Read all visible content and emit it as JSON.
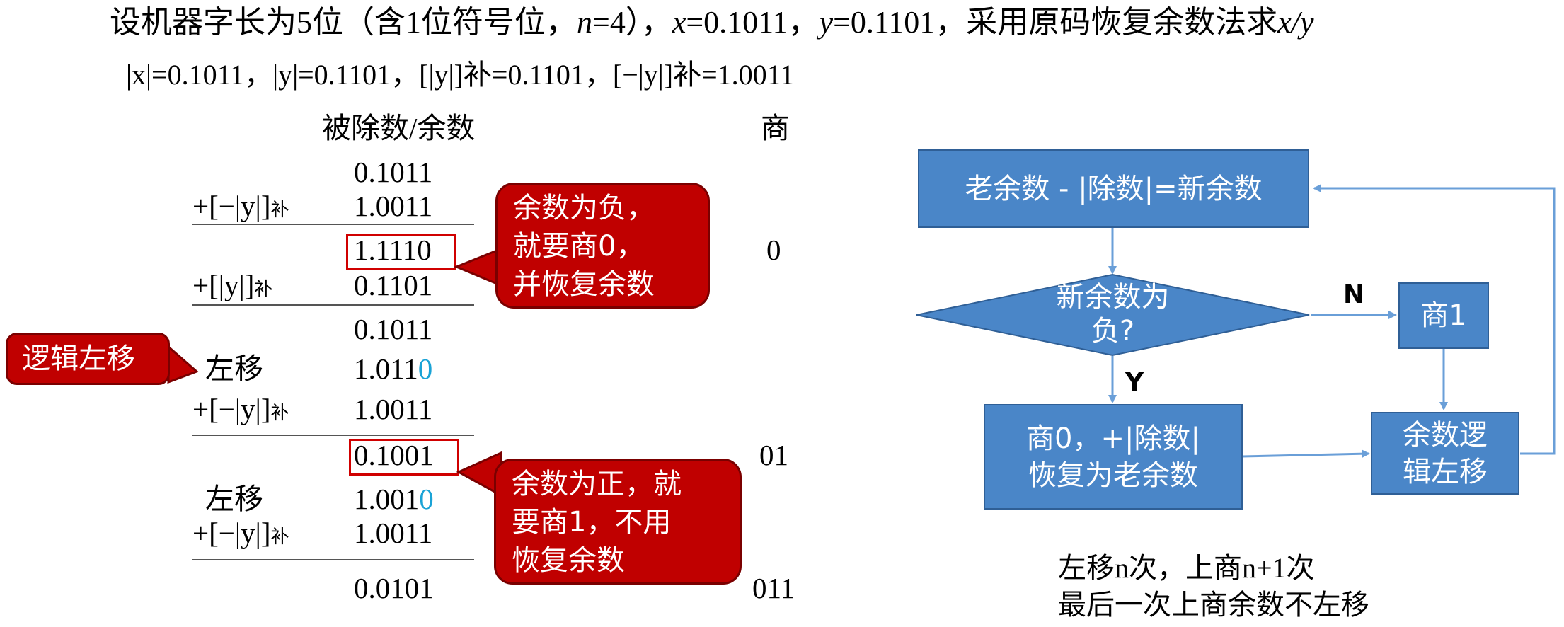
{
  "header": {
    "title_pre": "设机器字长为5位（含1位符号位，",
    "title_n": "n",
    "title_mid1": "=4），",
    "title_x": "x",
    "title_mid2": "=0.1011，",
    "title_y": "y",
    "title_mid3": "=0.1101，采用原码恢复余数法求",
    "title_xy": "x/y",
    "subtitle": "|x|=0.1011，|y|=0.1101，[|y|]补=0.1101，[−|y|]补=1.0011"
  },
  "table": {
    "col_dividend": "被除数/余数",
    "col_quotient": "商",
    "ops": {
      "add_neg_y": "+[−|y|]",
      "add_y": "+[|y|]",
      "sub_bu": "补",
      "shift": "左移"
    },
    "values": {
      "v1": "0.1011",
      "v2": "1.0011",
      "v3": "1.1110",
      "v4": "0.1101",
      "v5": "0.1011",
      "v6_main": "1.011",
      "v6_bit": "0",
      "v7": "1.0011",
      "v8": "0.1001",
      "v9_main": "1.001",
      "v9_bit": "0",
      "v10": "1.0011",
      "v11": "0.0101"
    },
    "quotients": {
      "q1": "0",
      "q2": "01",
      "q3": "011"
    }
  },
  "callouts": {
    "neg_line1": "余数为负，",
    "neg_line2": "就要商0，",
    "neg_line3": "并恢复余数",
    "pos_line1": "余数为正，就",
    "pos_line2": "要商1，不用",
    "pos_line3": "恢复余数",
    "shift_tag": "逻辑左移"
  },
  "flowchart": {
    "box_subtract": "老余数 - |除数|=新余数",
    "decision_line1": "新余数为",
    "decision_line2": "负?",
    "label_n": "N",
    "label_y": "Y",
    "box_q1": "商1",
    "box_q0_line1": "商0，+|除数|",
    "box_q0_line2": "恢复为老余数",
    "box_shift_line1": "余数逻",
    "box_shift_line2": "辑左移"
  },
  "notes": {
    "line1": "左移n次，上商n+1次",
    "line2": "最后一次上商余数不左移"
  },
  "colors": {
    "callout_red": "#c00000",
    "flow_blue": "#4a86c8",
    "highlight_cyan": "#1aa3d6",
    "box_red": "#d00000"
  }
}
